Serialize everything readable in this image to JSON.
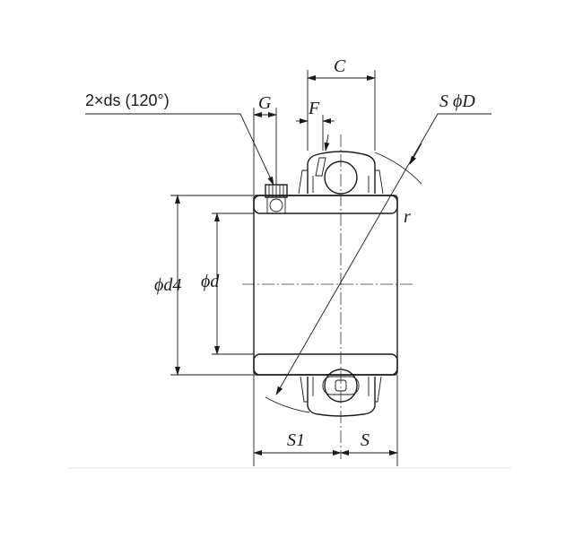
{
  "labels": {
    "set_screw": "2×ds (120°)",
    "C": "C",
    "G": "G",
    "F": "F",
    "SD": "S ϕD",
    "r": "r",
    "d4": "ϕd4",
    "d": "ϕd",
    "S1": "S1",
    "S": "S"
  }
}
